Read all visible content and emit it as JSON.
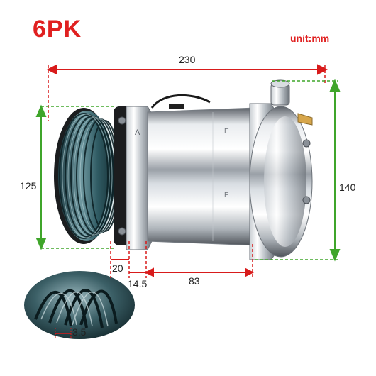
{
  "header": {
    "title": "6PK",
    "unit": "unit:mm"
  },
  "dimensions": {
    "length": "230",
    "pulley_diameter": "125",
    "body_height": "140",
    "pulley_offset": "20",
    "gap": "14.5",
    "mount_spacing": "83",
    "groove_pitch": "3.5"
  },
  "colors": {
    "title_red": "#e02020",
    "dim_red": "#d81b1b",
    "dim_green": "#3fa52a",
    "chrome_light": "#f2f4f6",
    "chrome_dark": "#5a6068",
    "pulley_teal": "#2f5a62"
  }
}
